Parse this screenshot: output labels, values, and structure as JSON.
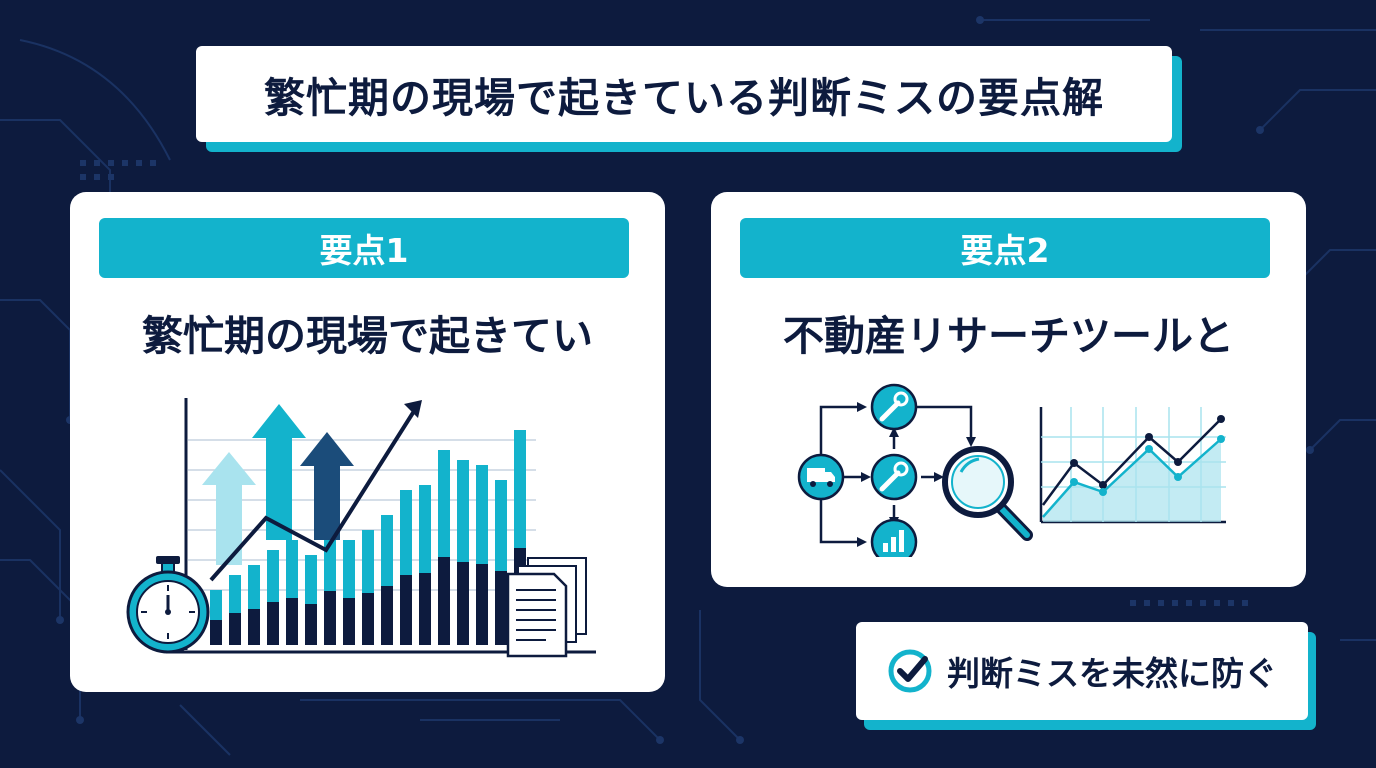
{
  "title": "繁忙期の現場で起きている判断ミスの要点解",
  "cards": [
    {
      "label": "要点1",
      "heading": "繁忙期の現場で起きてい"
    },
    {
      "label": "要点2",
      "heading": "不動産リサーチツールと"
    }
  ],
  "badge": {
    "text": "判断ミスを未然に防ぐ",
    "icon": "check-circle-icon"
  },
  "colors": {
    "background": "#0d1b3e",
    "accent": "#13b3cc",
    "navy": "#0d1b3e",
    "light": "#a9e3ee"
  }
}
